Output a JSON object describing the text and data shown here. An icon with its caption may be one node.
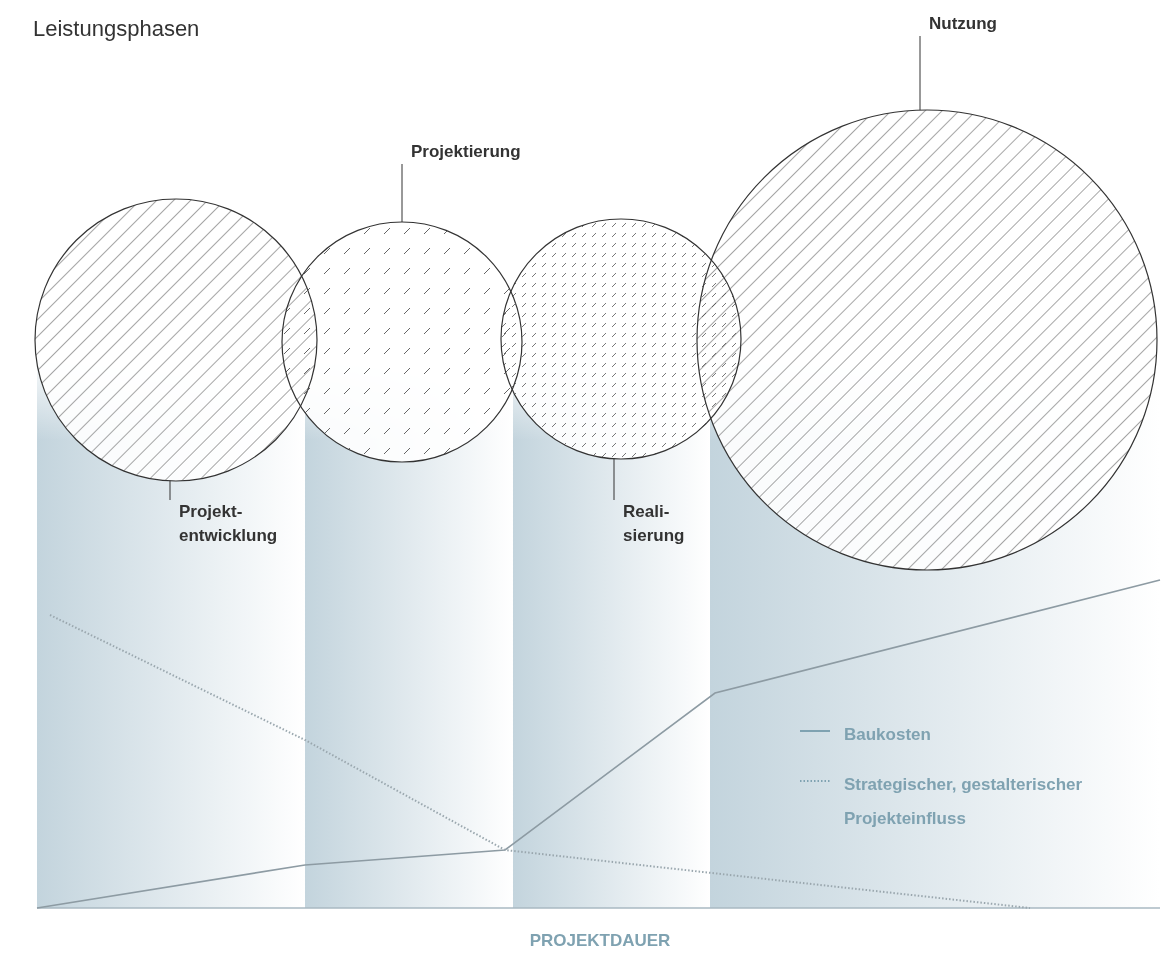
{
  "diagram": {
    "title": "Leistungsphasen",
    "nodes": [
      {
        "text": [],
        "shape": "circle"
      },
      {
        "text": [],
        "shape": "circle"
      },
      {
        "text": [],
        "shape": "circle"
      },
      {
        "text": [],
        "shape": "circle"
      },
      {
        "text": [
          "Projekt- entwicklung"
        ]
      },
      {
        "text": [
          "Projektierung"
        ]
      },
      {
        "text": [
          "Reali- sierung"
        ]
      },
      {
        "text": [
          "Nutzung"
        ]
      }
    ],
    "edges": [
      {
        "from": 4,
        "to": 0,
        "arrow": "none"
      },
      {
        "from": 5,
        "to": 1,
        "arrow": "none"
      },
      {
        "from": 6,
        "to": 2,
        "arrow": "none"
      },
      {
        "from": 7,
        "to": 3,
        "arrow": "none"
      }
    ],
    "labels": [
      "PROJEKTDAUER"
    ],
    "legend": [
      {
        "text": "Baukosten"
      },
      {
        "text": "Strategischer, gestalterischer Projekteinfluss"
      }
    ]
  }
}
